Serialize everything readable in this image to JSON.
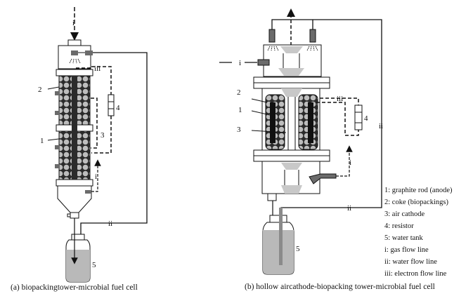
{
  "figure_a": {
    "caption": "(a) biopackingtower-microbial fuel cell",
    "labels": {
      "gas_in_top": "i",
      "gas_in_bottom": "i",
      "water_line": "ii",
      "electron_line": "iii",
      "resistor": "4",
      "coke": "2",
      "graphite_rod": "1",
      "air_cathode": "3",
      "water_tank": "5"
    }
  },
  "figure_b": {
    "caption": "(b) hollow aircathode-biopacking tower-microbial fuel cell",
    "labels": {
      "gas_in_side": "i",
      "gas_out_right": "i",
      "water_line_right": "ii",
      "water_line_bottom": "ii",
      "electron_line": "iii",
      "resistor": "4",
      "coke": "2",
      "graphite_rod": "1",
      "air_cathode": "3",
      "water_tank": "5"
    }
  },
  "legend": [
    "1: graphite rod (anode)",
    "2: coke (biopackings)",
    "3: air cathode",
    "4: resistor",
    "5: water tank",
    "i: gas flow line",
    "ii: water flow line",
    "iii: electron flow line"
  ],
  "colors": {
    "line": "#111111",
    "packing_dark": "#2b2b2b",
    "packing_ball": "#bdbdbd",
    "connector": "#6b6b6b",
    "funnel": "#c8c8c8",
    "water": "#b9b9b9"
  }
}
